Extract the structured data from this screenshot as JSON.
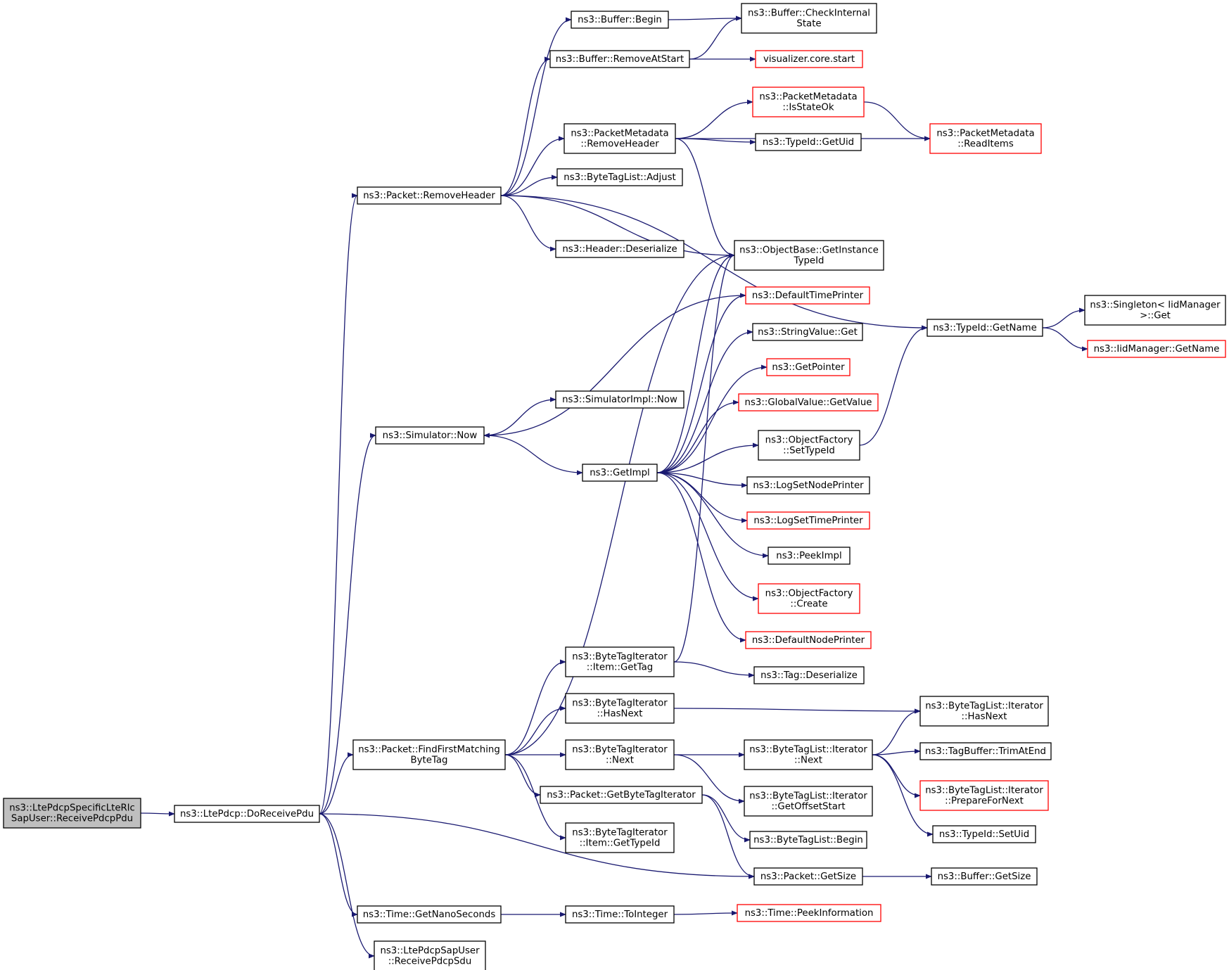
{
  "graph": {
    "colors": {
      "edge": "#191970",
      "border": "#000000",
      "truncated_border": "#ff0000",
      "root_fill": "#bfbfbf"
    },
    "nodes": [
      {
        "id": "root",
        "lines": [
          "ns3::LtePdcpSpecificLteRlc",
          "SapUser::ReceivePdcpPdu"
        ],
        "style": "root"
      },
      {
        "id": "doReceivePdu",
        "lines": [
          "ns3::LtePdcp::DoReceivePdu"
        ],
        "style": "normal"
      },
      {
        "id": "pktRemoveHeader",
        "lines": [
          "ns3::Packet::RemoveHeader"
        ],
        "style": "normal"
      },
      {
        "id": "simNow",
        "lines": [
          "ns3::Simulator::Now"
        ],
        "style": "normal"
      },
      {
        "id": "findFirst",
        "lines": [
          "ns3::Packet::FindFirstMatching",
          "ByteTag"
        ],
        "style": "normal"
      },
      {
        "id": "getNano",
        "lines": [
          "ns3::Time::GetNanoSeconds"
        ],
        "style": "normal"
      },
      {
        "id": "receivePdcpSdu",
        "lines": [
          "ns3::LtePdcpSapUser",
          "::ReceivePdcpSdu"
        ],
        "style": "normal"
      },
      {
        "id": "bufBegin",
        "lines": [
          "ns3::Buffer::Begin"
        ],
        "style": "normal"
      },
      {
        "id": "bufRemoveAtStart",
        "lines": [
          "ns3::Buffer::RemoveAtStart"
        ],
        "style": "normal"
      },
      {
        "id": "pmRemoveHeader",
        "lines": [
          "ns3::PacketMetadata",
          "::RemoveHeader"
        ],
        "style": "normal"
      },
      {
        "id": "btlAdjust",
        "lines": [
          "ns3::ByteTagList::Adjust"
        ],
        "style": "normal"
      },
      {
        "id": "hdrDeserialize",
        "lines": [
          "ns3::Header::Deserialize"
        ],
        "style": "normal"
      },
      {
        "id": "simImplNow",
        "lines": [
          "ns3::SimulatorImpl::Now"
        ],
        "style": "normal"
      },
      {
        "id": "getImpl",
        "lines": [
          "ns3::GetImpl"
        ],
        "style": "normal"
      },
      {
        "id": "btiGetTag",
        "lines": [
          "ns3::ByteTagIterator",
          "::Item::GetTag"
        ],
        "style": "normal"
      },
      {
        "id": "btiHasNext",
        "lines": [
          "ns3::ByteTagIterator",
          "::HasNext"
        ],
        "style": "normal"
      },
      {
        "id": "btiNext",
        "lines": [
          "ns3::ByteTagIterator",
          "::Next"
        ],
        "style": "normal"
      },
      {
        "id": "pktGetBTI",
        "lines": [
          "ns3::Packet::GetByteTagIterator"
        ],
        "style": "normal"
      },
      {
        "id": "btiGetTypeId",
        "lines": [
          "ns3::ByteTagIterator",
          "::Item::GetTypeId"
        ],
        "style": "normal"
      },
      {
        "id": "timeToInteger",
        "lines": [
          "ns3::Time::ToInteger"
        ],
        "style": "normal"
      },
      {
        "id": "bufCheck",
        "lines": [
          "ns3::Buffer::CheckInternal",
          "State"
        ],
        "style": "normal"
      },
      {
        "id": "vizStart",
        "lines": [
          "visualizer.core.start"
        ],
        "style": "red"
      },
      {
        "id": "pmIsStateOk",
        "lines": [
          "ns3::PacketMetadata",
          "::IsStateOk"
        ],
        "style": "red"
      },
      {
        "id": "typeIdGetUid",
        "lines": [
          "ns3::TypeId::GetUid"
        ],
        "style": "normal"
      },
      {
        "id": "objBaseGetInst",
        "lines": [
          "ns3::ObjectBase::GetInstance",
          "TypeId"
        ],
        "style": "normal"
      },
      {
        "id": "defTimePrinter",
        "lines": [
          "ns3::DefaultTimePrinter"
        ],
        "style": "red"
      },
      {
        "id": "stringValueGet",
        "lines": [
          "ns3::StringValue::Get"
        ],
        "style": "normal"
      },
      {
        "id": "getPointer",
        "lines": [
          "ns3::GetPointer"
        ],
        "style": "red"
      },
      {
        "id": "globalValueGet",
        "lines": [
          "ns3::GlobalValue::GetValue"
        ],
        "style": "red"
      },
      {
        "id": "ofSetTypeId",
        "lines": [
          "ns3::ObjectFactory",
          "::SetTypeId"
        ],
        "style": "normal"
      },
      {
        "id": "logSetNode",
        "lines": [
          "ns3::LogSetNodePrinter"
        ],
        "style": "normal"
      },
      {
        "id": "logSetTime",
        "lines": [
          "ns3::LogSetTimePrinter"
        ],
        "style": "red"
      },
      {
        "id": "peekImpl",
        "lines": [
          "ns3::PeekImpl"
        ],
        "style": "normal"
      },
      {
        "id": "ofCreate",
        "lines": [
          "ns3::ObjectFactory",
          "::Create"
        ],
        "style": "red"
      },
      {
        "id": "defNodePrinter",
        "lines": [
          "ns3::DefaultNodePrinter"
        ],
        "style": "red"
      },
      {
        "id": "tagDeserialize",
        "lines": [
          "ns3::Tag::Deserialize"
        ],
        "style": "normal"
      },
      {
        "id": "btliNext",
        "lines": [
          "ns3::ByteTagList::Iterator",
          "::Next"
        ],
        "style": "normal"
      },
      {
        "id": "btliGetOffset",
        "lines": [
          "ns3::ByteTagList::Iterator",
          "::GetOffsetStart"
        ],
        "style": "normal"
      },
      {
        "id": "btlBegin",
        "lines": [
          "ns3::ByteTagList::Begin"
        ],
        "style": "normal"
      },
      {
        "id": "pktGetSize",
        "lines": [
          "ns3::Packet::GetSize"
        ],
        "style": "normal"
      },
      {
        "id": "timePeekInfo",
        "lines": [
          "ns3::Time::PeekInformation"
        ],
        "style": "red"
      },
      {
        "id": "pmReadItems",
        "lines": [
          "ns3::PacketMetadata",
          "::ReadItems"
        ],
        "style": "red"
      },
      {
        "id": "typeIdGetName",
        "lines": [
          "ns3::TypeId::GetName"
        ],
        "style": "normal"
      },
      {
        "id": "btliHasNext",
        "lines": [
          "ns3::ByteTagList::Iterator",
          "::HasNext"
        ],
        "style": "normal"
      },
      {
        "id": "tagBufTrim",
        "lines": [
          "ns3::TagBuffer::TrimAtEnd"
        ],
        "style": "normal"
      },
      {
        "id": "btliPrepare",
        "lines": [
          "ns3::ByteTagList::Iterator",
          "::PrepareForNext"
        ],
        "style": "red"
      },
      {
        "id": "typeIdSetUid",
        "lines": [
          "ns3::TypeId::SetUid"
        ],
        "style": "normal"
      },
      {
        "id": "bufGetSize",
        "lines": [
          "ns3::Buffer::GetSize"
        ],
        "style": "normal"
      },
      {
        "id": "singletonGet",
        "lines": [
          "ns3::Singleton< IidManager",
          " >::Get"
        ],
        "style": "normal"
      },
      {
        "id": "iidGetName",
        "lines": [
          "ns3::IidManager::GetName"
        ],
        "style": "red"
      }
    ],
    "edges": [
      [
        "root",
        "doReceivePdu"
      ],
      [
        "doReceivePdu",
        "pktRemoveHeader"
      ],
      [
        "doReceivePdu",
        "simNow"
      ],
      [
        "doReceivePdu",
        "findFirst"
      ],
      [
        "doReceivePdu",
        "pktGetSize"
      ],
      [
        "doReceivePdu",
        "getNano"
      ],
      [
        "doReceivePdu",
        "receivePdcpSdu"
      ],
      [
        "pktRemoveHeader",
        "bufBegin"
      ],
      [
        "pktRemoveHeader",
        "bufRemoveAtStart"
      ],
      [
        "pktRemoveHeader",
        "pmRemoveHeader"
      ],
      [
        "pktRemoveHeader",
        "btlAdjust"
      ],
      [
        "pktRemoveHeader",
        "hdrDeserialize"
      ],
      [
        "pktRemoveHeader",
        "objBaseGetInst"
      ],
      [
        "pktRemoveHeader",
        "typeIdGetName"
      ],
      [
        "bufBegin",
        "bufCheck"
      ],
      [
        "bufRemoveAtStart",
        "bufCheck"
      ],
      [
        "bufRemoveAtStart",
        "vizStart"
      ],
      [
        "pmRemoveHeader",
        "pmIsStateOk"
      ],
      [
        "pmRemoveHeader",
        "typeIdGetUid"
      ],
      [
        "pmRemoveHeader",
        "pmReadItems"
      ],
      [
        "pmRemoveHeader",
        "objBaseGetInst"
      ],
      [
        "pmIsStateOk",
        "pmReadItems"
      ],
      [
        "simNow",
        "simImplNow"
      ],
      [
        "simNow",
        "getImpl"
      ],
      [
        "defTimePrinter",
        "simNow"
      ],
      [
        "getImpl",
        "objBaseGetInst"
      ],
      [
        "getImpl",
        "defTimePrinter"
      ],
      [
        "getImpl",
        "stringValueGet"
      ],
      [
        "getImpl",
        "getPointer"
      ],
      [
        "getImpl",
        "globalValueGet"
      ],
      [
        "getImpl",
        "ofSetTypeId"
      ],
      [
        "getImpl",
        "logSetNode"
      ],
      [
        "getImpl",
        "logSetTime"
      ],
      [
        "getImpl",
        "peekImpl"
      ],
      [
        "getImpl",
        "ofCreate"
      ],
      [
        "getImpl",
        "defNodePrinter"
      ],
      [
        "ofSetTypeId",
        "typeIdGetName"
      ],
      [
        "typeIdGetName",
        "singletonGet"
      ],
      [
        "typeIdGetName",
        "iidGetName"
      ],
      [
        "findFirst",
        "objBaseGetInst"
      ],
      [
        "findFirst",
        "btiGetTag"
      ],
      [
        "findFirst",
        "btiHasNext"
      ],
      [
        "findFirst",
        "btiNext"
      ],
      [
        "findFirst",
        "pktGetBTI"
      ],
      [
        "findFirst",
        "btiGetTypeId"
      ],
      [
        "btiGetTag",
        "objBaseGetInst"
      ],
      [
        "btiGetTag",
        "tagDeserialize"
      ],
      [
        "btiHasNext",
        "btliHasNext"
      ],
      [
        "btiNext",
        "btliNext"
      ],
      [
        "btiNext",
        "btliGetOffset"
      ],
      [
        "btliNext",
        "btliHasNext"
      ],
      [
        "btliNext",
        "tagBufTrim"
      ],
      [
        "btliNext",
        "btliPrepare"
      ],
      [
        "btliNext",
        "typeIdSetUid"
      ],
      [
        "pktGetBTI",
        "btlBegin"
      ],
      [
        "pktGetBTI",
        "pktGetSize"
      ],
      [
        "pktGetSize",
        "bufGetSize"
      ],
      [
        "getNano",
        "timeToInteger"
      ],
      [
        "timeToInteger",
        "timePeekInfo"
      ]
    ]
  }
}
